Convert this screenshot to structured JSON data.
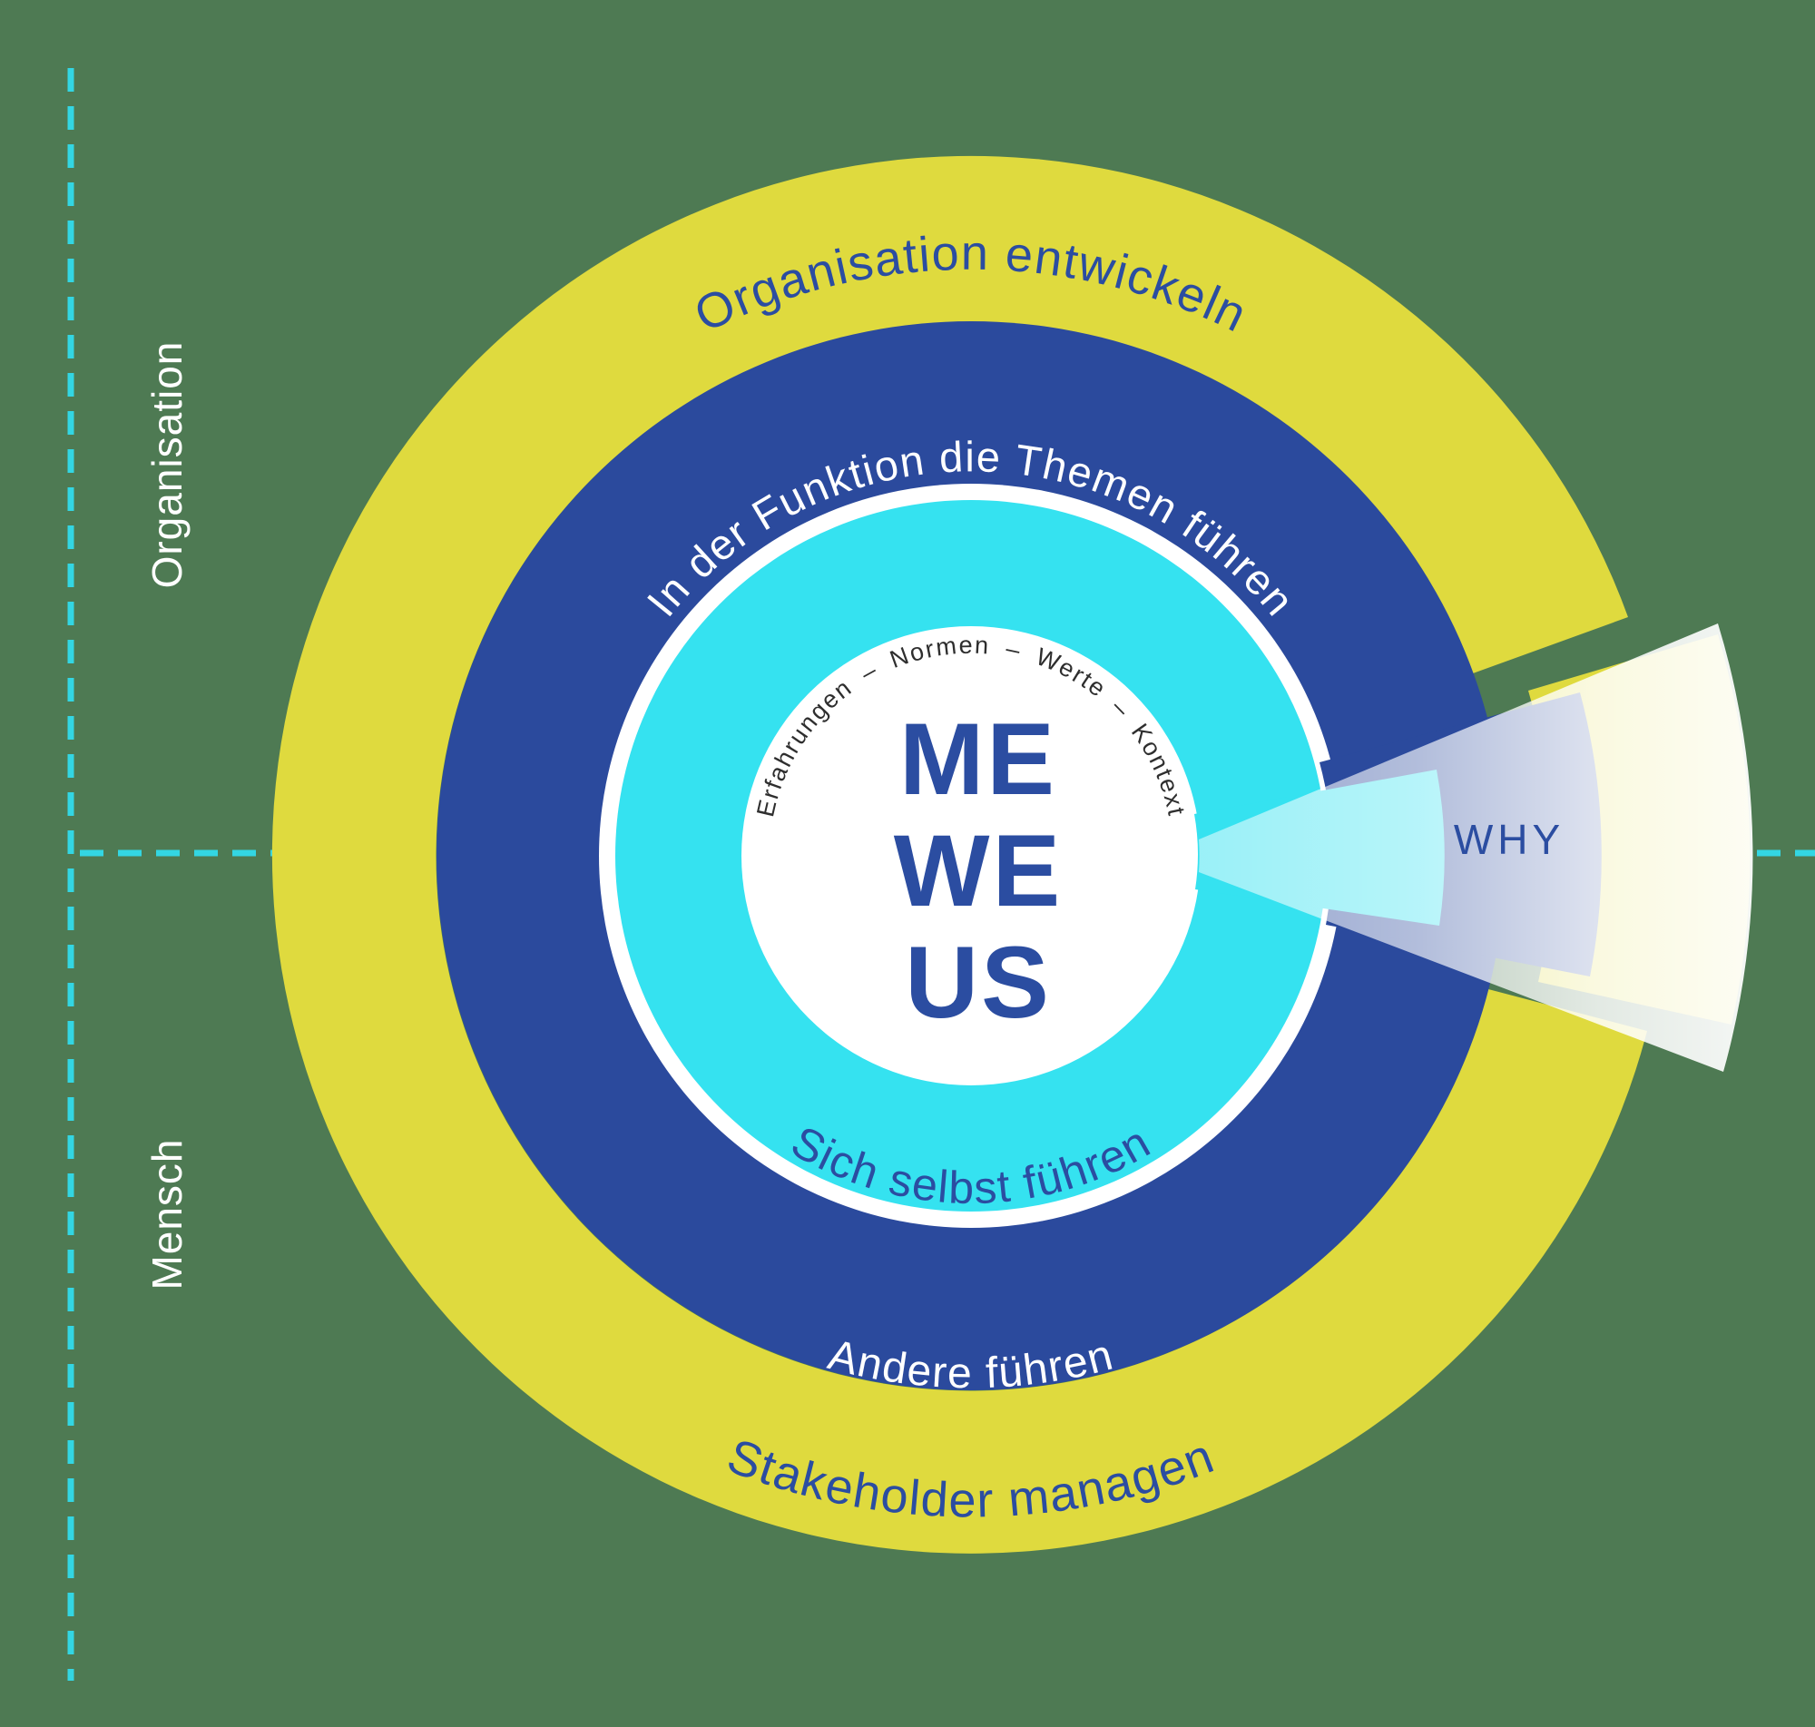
{
  "diagram": {
    "colors": {
      "background": "#4e7a53",
      "outer_ring": "#dfda3e",
      "middle_ring": "#2b4a9d",
      "inner_ring": "#35e2f0",
      "core_circle": "#ffffff",
      "label_blue": "#2b4da1",
      "label_white": "#ffffff",
      "orbit_text": "#2e2e2e",
      "dash": "#33d6e3"
    },
    "axis": {
      "top_label": "Organisation",
      "bottom_label": "Mensch"
    },
    "rings": {
      "outer": {
        "top_label": "Organisation entwickeln",
        "bottom_label": "Stakeholder managen"
      },
      "middle": {
        "top_label": "In der Funktion die Themen führen",
        "bottom_label": "Andere führen"
      },
      "inner": {
        "bottom_label": "Sich selbst führen"
      }
    },
    "core": {
      "line1": "ME",
      "line2": "WE",
      "line3": "US",
      "orbit_text": "Erfahrungen – Normen – Werte – Kontext"
    },
    "beam": {
      "label": "WHY"
    }
  }
}
